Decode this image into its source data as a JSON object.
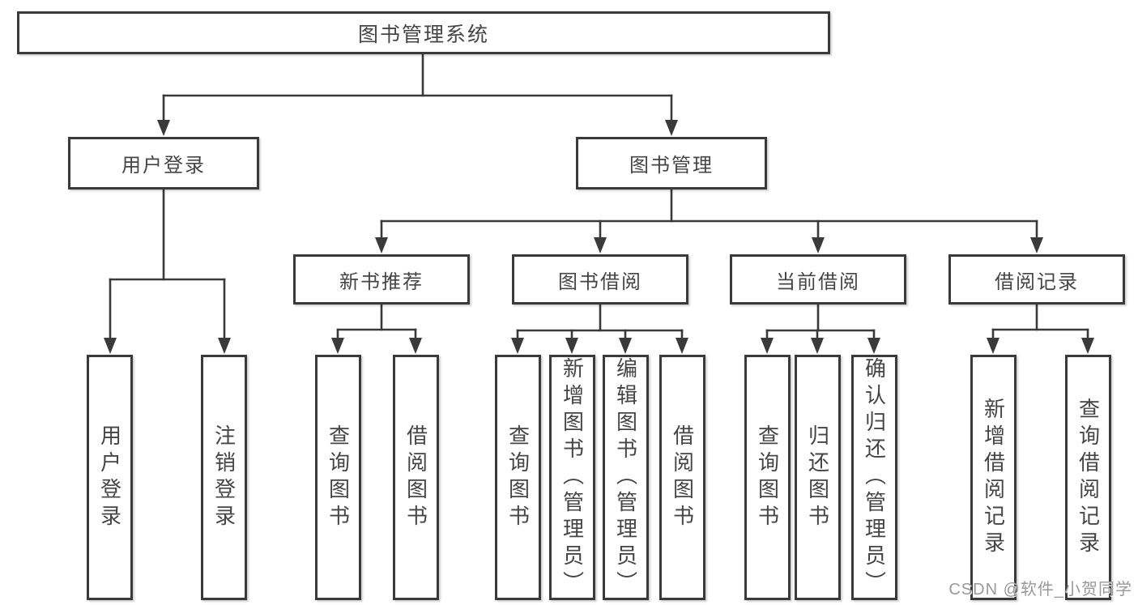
{
  "diagram": {
    "root": {
      "label": "图书管理系统"
    },
    "level2": {
      "user_login": {
        "label": "用户登录",
        "children": [
          {
            "label": "用户登录"
          },
          {
            "label": "注销登录"
          }
        ]
      },
      "book_management": {
        "label": "图书管理",
        "modules": {
          "new_book_recommend": {
            "label": "新书推荐",
            "children": [
              {
                "label": "查询图书"
              },
              {
                "label": "借阅图书"
              }
            ]
          },
          "book_borrowing": {
            "label": "图书借阅",
            "children": [
              {
                "label": "查询图书"
              },
              {
                "label": "新增图书（管理员）"
              },
              {
                "label": "编辑图书（管理员）"
              },
              {
                "label": "借阅图书"
              }
            ]
          },
          "current_borrowing": {
            "label": "当前借阅",
            "children": [
              {
                "label": "查询图书"
              },
              {
                "label": "归还图书"
              },
              {
                "label": "确认归还（管理员）"
              }
            ]
          },
          "borrowing_records": {
            "label": "借阅记录",
            "children": [
              {
                "label": "新增借阅记录"
              },
              {
                "label": "查询借阅记录"
              }
            ]
          }
        }
      }
    }
  },
  "watermark": {
    "text": "CSDN @软件_小贺同学"
  },
  "colors": {
    "background": "#ffffff",
    "line": "#3a3a3a",
    "box_border": "#3a3a3a",
    "text": "#454545",
    "watermark": "#999999"
  }
}
